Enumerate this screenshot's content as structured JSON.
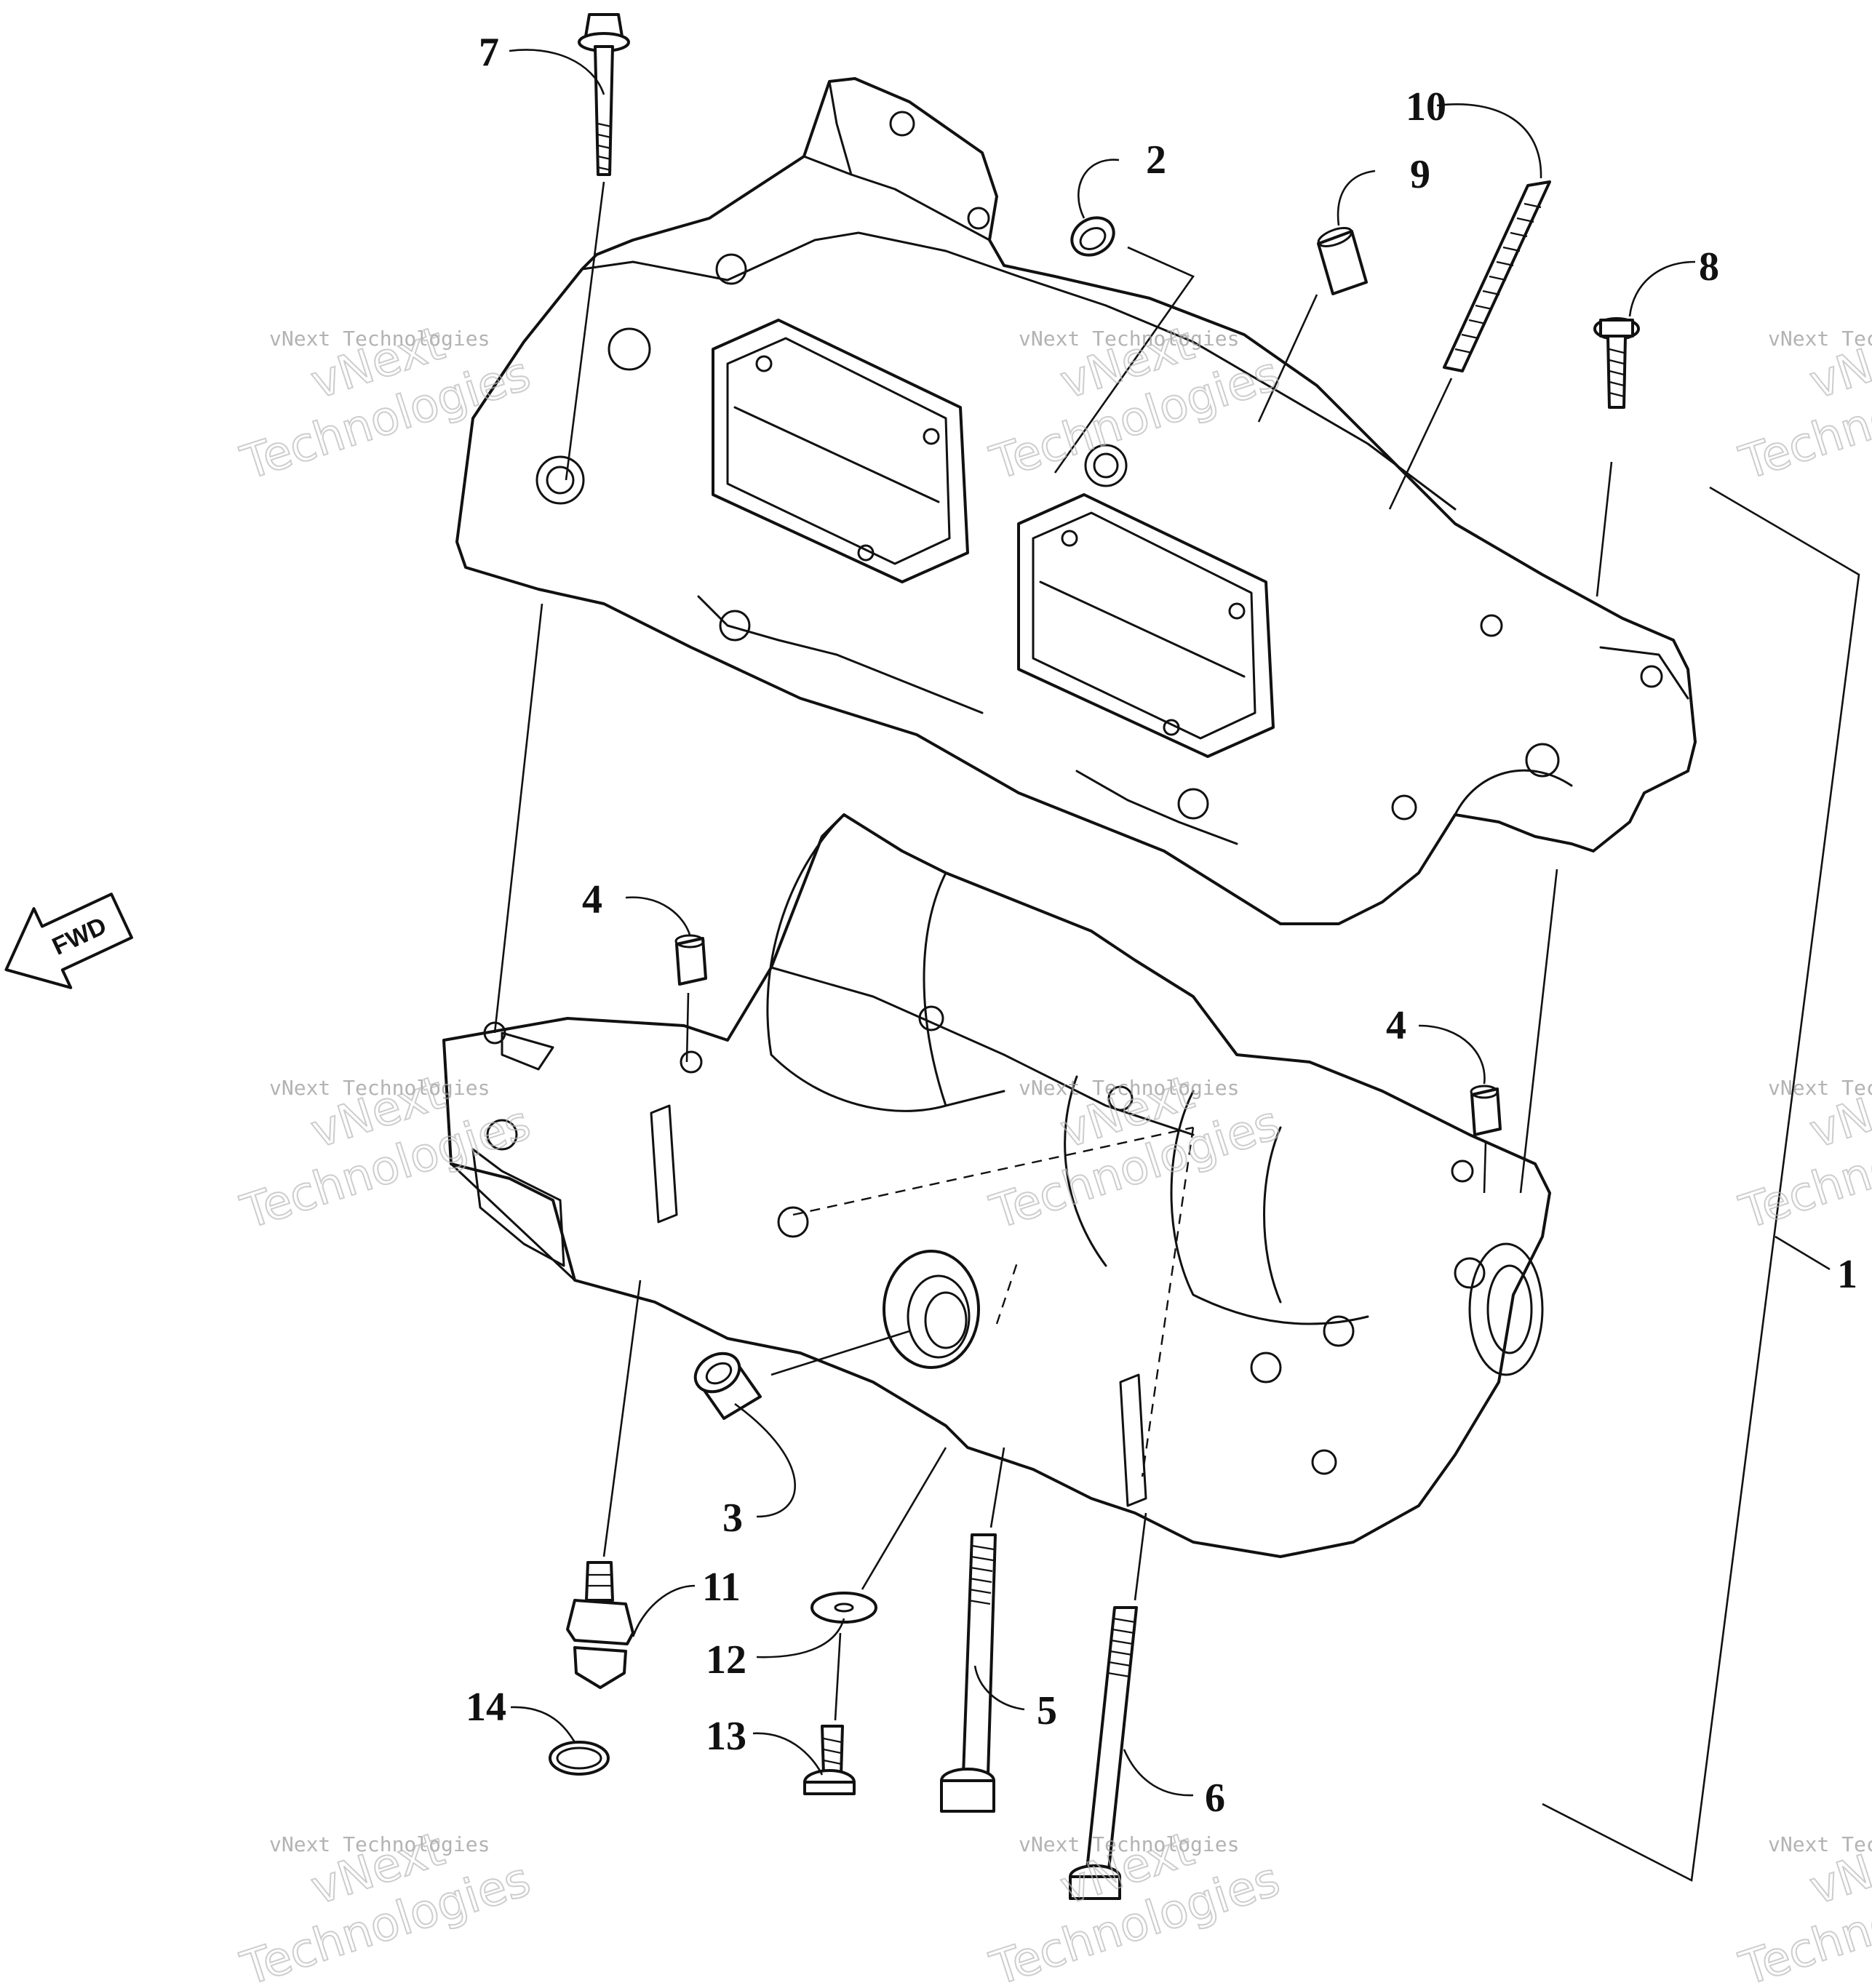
{
  "callouts": [
    {
      "id": "c1",
      "label": "1"
    },
    {
      "id": "c2",
      "label": "2"
    },
    {
      "id": "c3",
      "label": "3"
    },
    {
      "id": "c4a",
      "label": "4"
    },
    {
      "id": "c4b",
      "label": "4"
    },
    {
      "id": "c5",
      "label": "5"
    },
    {
      "id": "c6",
      "label": "6"
    },
    {
      "id": "c7",
      "label": "7"
    },
    {
      "id": "c8",
      "label": "8"
    },
    {
      "id": "c9",
      "label": "9"
    },
    {
      "id": "c10",
      "label": "10"
    },
    {
      "id": "c11",
      "label": "11"
    },
    {
      "id": "c12",
      "label": "12"
    },
    {
      "id": "c13",
      "label": "13"
    },
    {
      "id": "c14",
      "label": "14"
    }
  ],
  "direction_arrow": {
    "label": "FWD"
  },
  "watermark": {
    "line1": "vNext Technologies",
    "line2": "vNext",
    "line3": "Technologies"
  },
  "colors": {
    "ink": "#111111",
    "watermark": "#9a9a9a"
  }
}
